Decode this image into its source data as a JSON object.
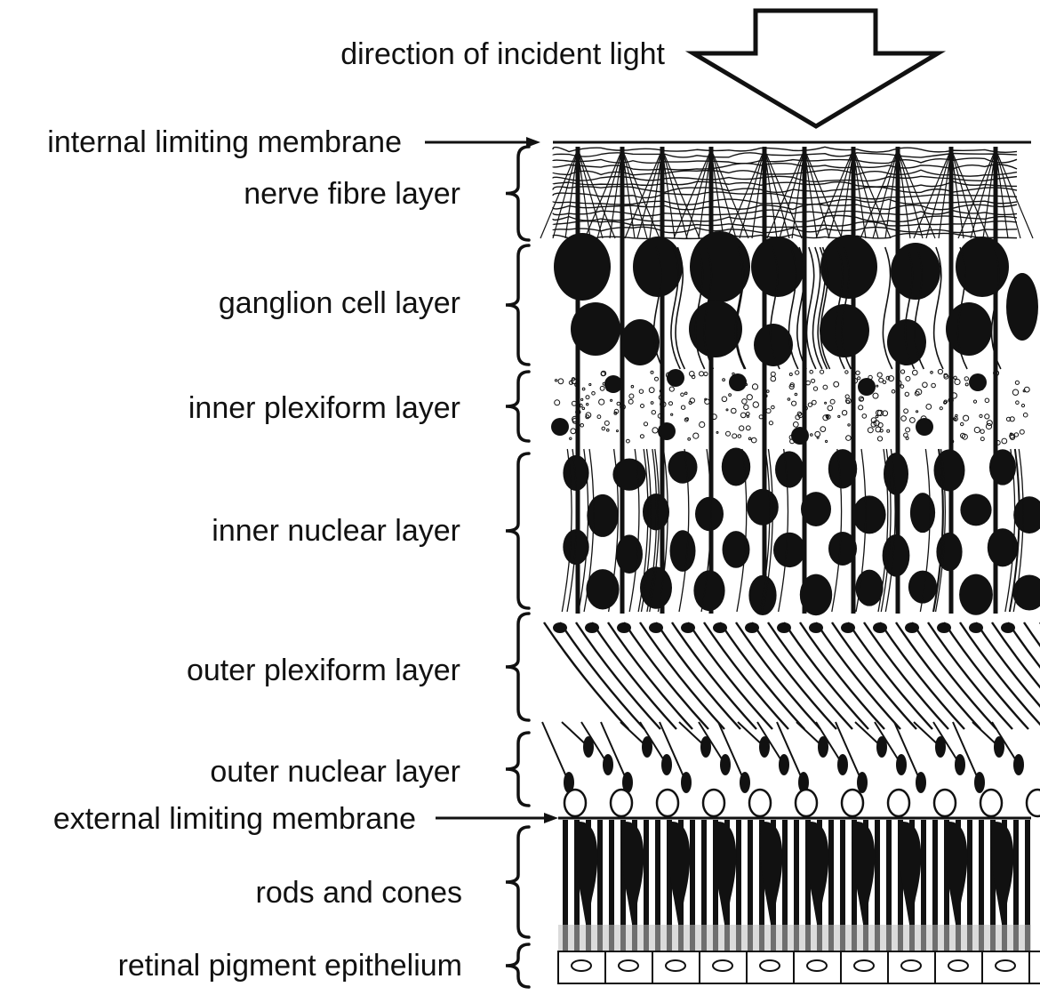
{
  "figure": {
    "light_label": "direction of incident light",
    "layers": [
      {
        "key": "ilm",
        "label": "internal limiting membrane",
        "kind": "membrane"
      },
      {
        "key": "nfl",
        "label": "nerve fibre layer",
        "kind": "layer"
      },
      {
        "key": "gcl",
        "label": "ganglion cell layer",
        "kind": "layer"
      },
      {
        "key": "ipl",
        "label": "inner plexiform layer",
        "kind": "layer"
      },
      {
        "key": "inl",
        "label": "inner nuclear layer",
        "kind": "layer"
      },
      {
        "key": "opl",
        "label": "outer plexiform layer",
        "kind": "layer"
      },
      {
        "key": "onl",
        "label": "outer nuclear layer",
        "kind": "layer"
      },
      {
        "key": "elm",
        "label": "external limiting membrane",
        "kind": "membrane"
      },
      {
        "key": "rc",
        "label": "rods and cones",
        "kind": "layer"
      },
      {
        "key": "rpe",
        "label": "retinal pigment epithelium",
        "kind": "layer"
      }
    ]
  },
  "colors": {
    "ink": "#111111",
    "background": "#ffffff",
    "epithelium_shade": "#bdbdbd"
  }
}
